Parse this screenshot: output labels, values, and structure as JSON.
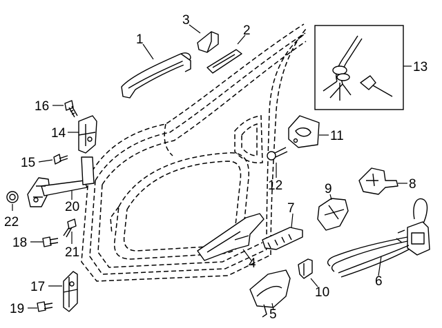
{
  "callouts": [
    {
      "id": "1",
      "label": "1"
    },
    {
      "id": "2",
      "label": "2"
    },
    {
      "id": "3",
      "label": "3"
    },
    {
      "id": "4",
      "label": "4"
    },
    {
      "id": "5",
      "label": "5"
    },
    {
      "id": "6",
      "label": "6"
    },
    {
      "id": "7",
      "label": "7"
    },
    {
      "id": "8",
      "label": "8"
    },
    {
      "id": "9",
      "label": "9"
    },
    {
      "id": "10",
      "label": "10"
    },
    {
      "id": "11",
      "label": "11"
    },
    {
      "id": "12",
      "label": "12"
    },
    {
      "id": "13",
      "label": "13"
    },
    {
      "id": "14",
      "label": "14"
    },
    {
      "id": "15",
      "label": "15"
    },
    {
      "id": "16",
      "label": "16"
    },
    {
      "id": "17",
      "label": "17"
    },
    {
      "id": "18",
      "label": "18"
    },
    {
      "id": "19",
      "label": "19"
    },
    {
      "id": "20",
      "label": "20"
    },
    {
      "id": "21",
      "label": "21"
    },
    {
      "id": "22",
      "label": "22"
    }
  ]
}
